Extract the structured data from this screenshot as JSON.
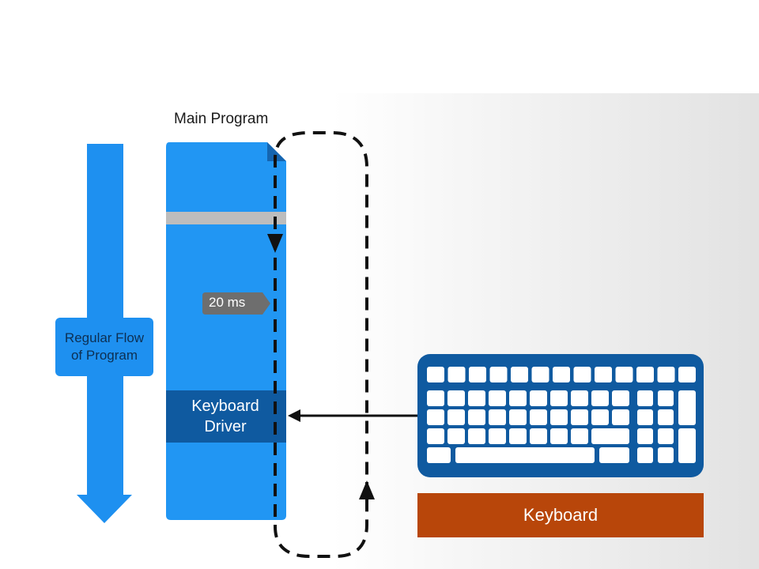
{
  "diagram": {
    "title": "Main Program",
    "flow_label": [
      "Regular Flow",
      "of Program"
    ],
    "interval_label": "20 ms",
    "driver_label": [
      "Keyboard",
      "Driver"
    ],
    "keyboard_label": "Keyboard"
  },
  "colors": {
    "flow_arrow": "#1e90f0",
    "program_block": "#2196f3",
    "driver_block": "#0f5aa0",
    "separator": "#bdbdbd",
    "interval_tag": "#6e6e6e",
    "keyboard_body": "#0f5aa0",
    "keyboard_label_bg": "#b8460a",
    "dashed_loop": "#111111"
  },
  "icons": [
    "keyboard-icon",
    "flow-arrow-icon",
    "interrupt-arrow-icon"
  ]
}
